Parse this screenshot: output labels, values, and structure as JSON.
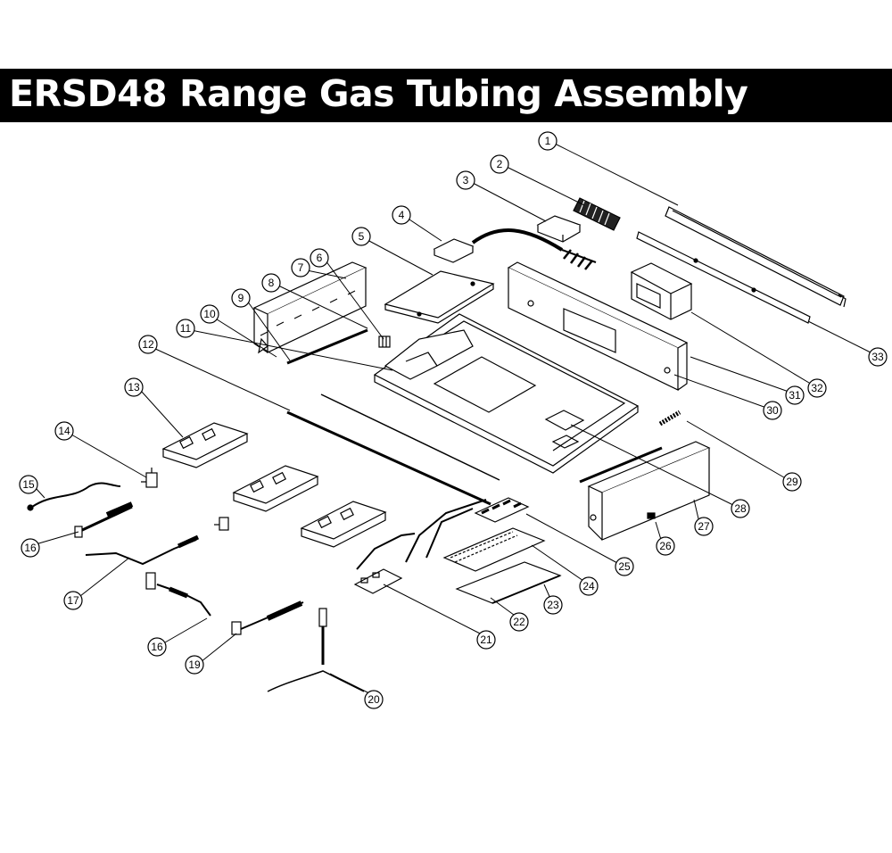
{
  "title": "ERSD48 Range Gas Tubing Assembly",
  "callouts": [
    {
      "id": "1",
      "label": "1"
    },
    {
      "id": "2",
      "label": "2"
    },
    {
      "id": "3",
      "label": "3"
    },
    {
      "id": "4",
      "label": "4"
    },
    {
      "id": "5",
      "label": "5"
    },
    {
      "id": "6",
      "label": "6"
    },
    {
      "id": "7",
      "label": "7"
    },
    {
      "id": "8",
      "label": "8"
    },
    {
      "id": "9",
      "label": "9"
    },
    {
      "id": "10",
      "label": "10"
    },
    {
      "id": "11",
      "label": "11"
    },
    {
      "id": "12",
      "label": "12"
    },
    {
      "id": "13",
      "label": "13"
    },
    {
      "id": "14",
      "label": "14"
    },
    {
      "id": "15",
      "label": "15"
    },
    {
      "id": "16a",
      "label": "16"
    },
    {
      "id": "17",
      "label": "17"
    },
    {
      "id": "16b",
      "label": "16"
    },
    {
      "id": "19",
      "label": "19"
    },
    {
      "id": "20",
      "label": "20"
    },
    {
      "id": "21",
      "label": "21"
    },
    {
      "id": "22",
      "label": "22"
    },
    {
      "id": "23",
      "label": "23"
    },
    {
      "id": "24",
      "label": "24"
    },
    {
      "id": "25",
      "label": "25"
    },
    {
      "id": "26",
      "label": "26"
    },
    {
      "id": "27",
      "label": "27"
    },
    {
      "id": "28",
      "label": "28"
    },
    {
      "id": "29",
      "label": "29"
    },
    {
      "id": "30",
      "label": "30"
    },
    {
      "id": "31",
      "label": "31"
    },
    {
      "id": "32",
      "label": "32"
    },
    {
      "id": "33",
      "label": "33"
    }
  ]
}
